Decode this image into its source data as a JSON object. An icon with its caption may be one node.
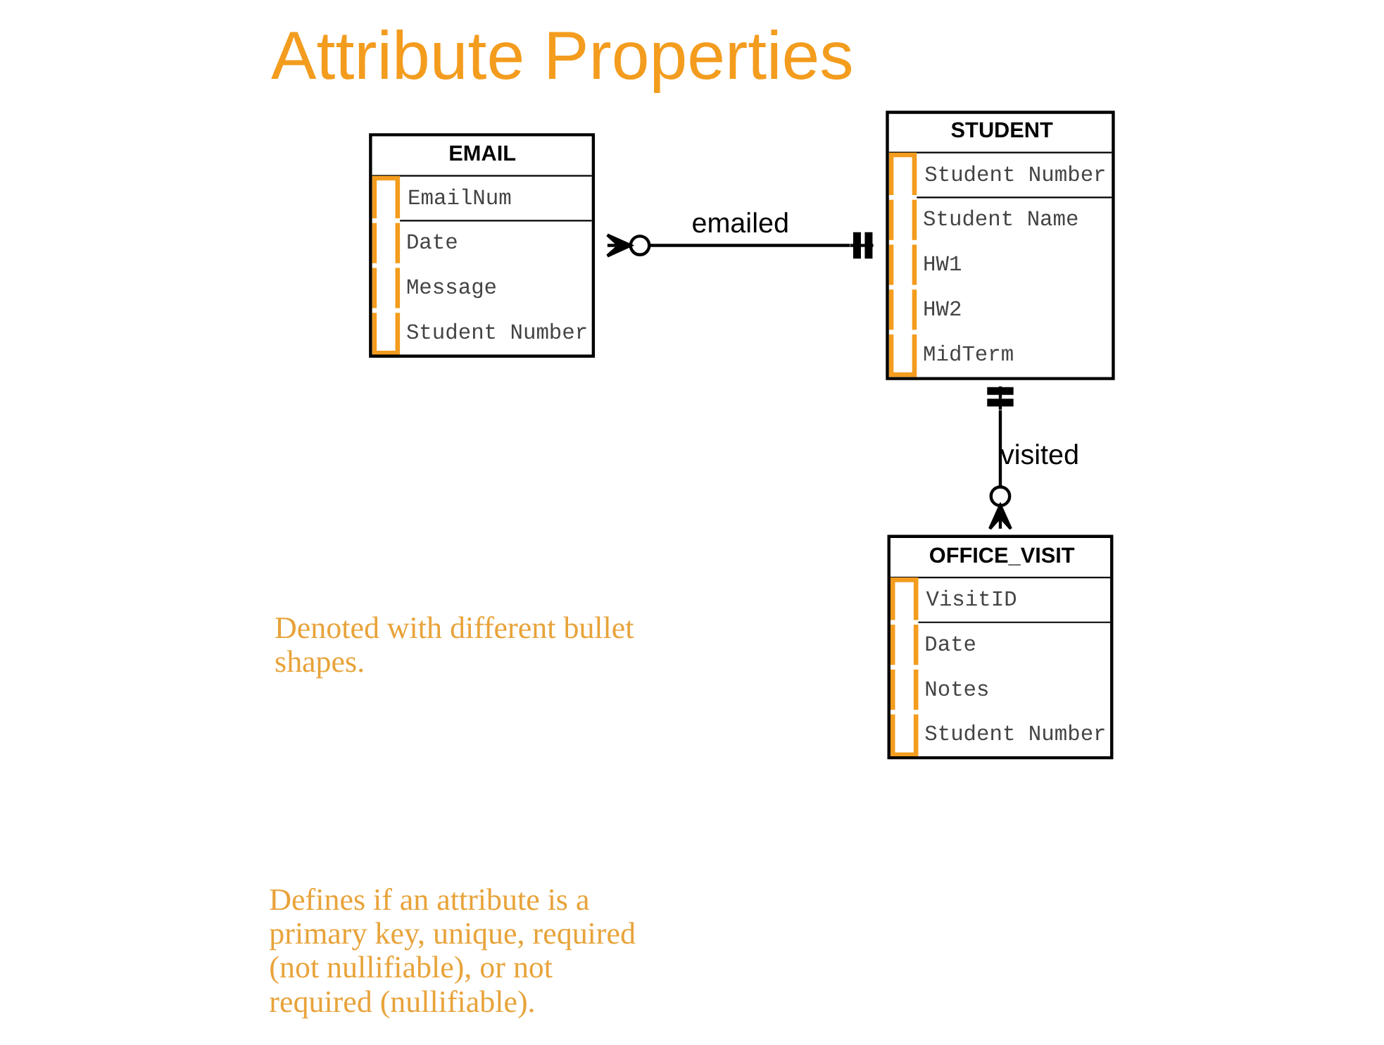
{
  "diagram": {
    "title": "Attribute Properties",
    "nodes": [
      {
        "text": [
          "EMAIL",
          "EmailNum",
          "Date",
          "Message",
          "Student Number"
        ]
      },
      {
        "text": [
          "STUDENT",
          "Student Number",
          "Student Name",
          "HW1",
          "HW2",
          "MidTerm"
        ]
      },
      {
        "text": [
          "OFFICE_VISIT",
          "VisitID",
          "Date",
          "Notes",
          "Student Number"
        ]
      }
    ],
    "edges": [
      {
        "from": 0,
        "to": 1,
        "arrow": "other",
        "label": "emailed"
      },
      {
        "from": 1,
        "to": 2,
        "arrow": "other",
        "label": "visited"
      }
    ],
    "labels": [
      "Denoted with different bullet shapes.",
      "Defines if an attribute is a primary key, unique, required (not nullifiable), or not required (nullifiable)."
    ]
  }
}
